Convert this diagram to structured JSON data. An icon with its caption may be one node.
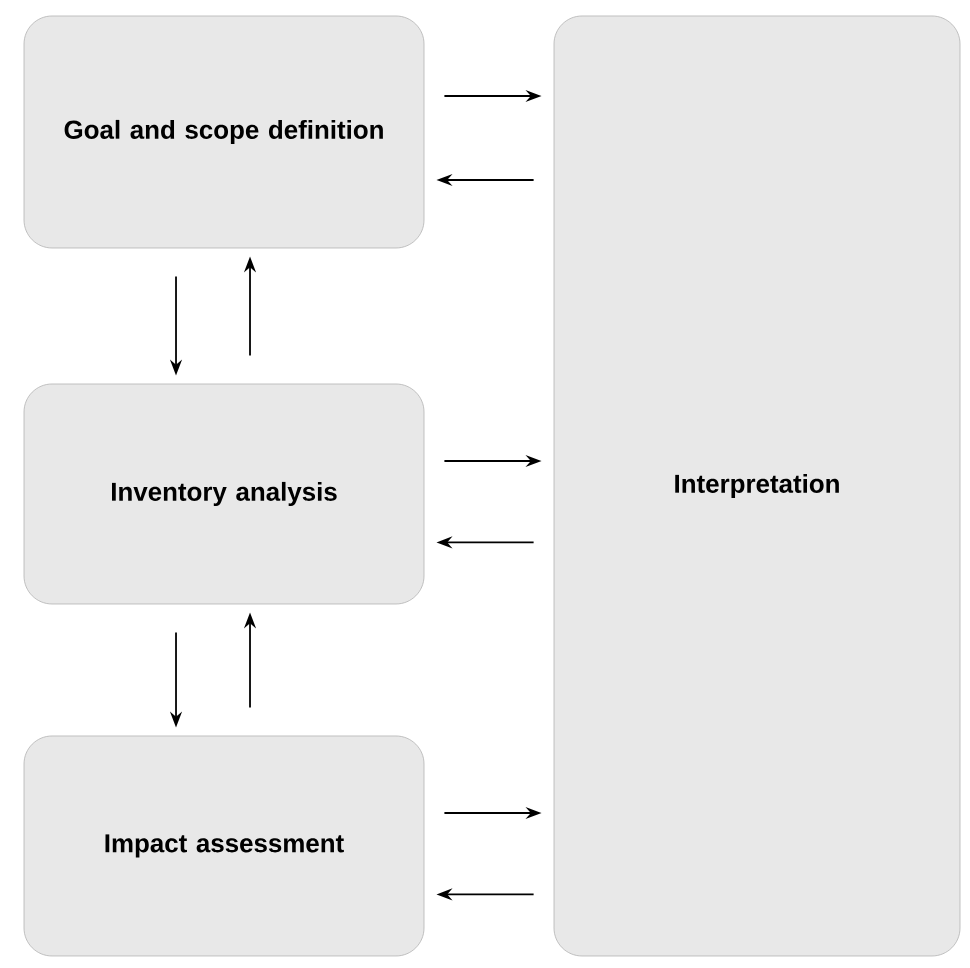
{
  "diagram": {
    "nodes": [
      {
        "text": [
          "Goal and scope definition"
        ]
      },
      {
        "text": [
          "Inventory analysis"
        ]
      },
      {
        "text": [
          "Impact assessment"
        ]
      },
      {
        "text": [
          "Interpretation"
        ]
      }
    ],
    "edges": [
      {
        "from": 0,
        "to": 3,
        "arrow": "to"
      },
      {
        "from": 3,
        "to": 0,
        "arrow": "to"
      },
      {
        "from": 0,
        "to": 1,
        "arrow": "to"
      },
      {
        "from": 1,
        "to": 0,
        "arrow": "to"
      },
      {
        "from": 1,
        "to": 3,
        "arrow": "to"
      },
      {
        "from": 3,
        "to": 1,
        "arrow": "to"
      },
      {
        "from": 1,
        "to": 2,
        "arrow": "to"
      },
      {
        "from": 2,
        "to": 1,
        "arrow": "to"
      },
      {
        "from": 2,
        "to": 3,
        "arrow": "to"
      },
      {
        "from": 3,
        "to": 2,
        "arrow": "to"
      }
    ]
  }
}
